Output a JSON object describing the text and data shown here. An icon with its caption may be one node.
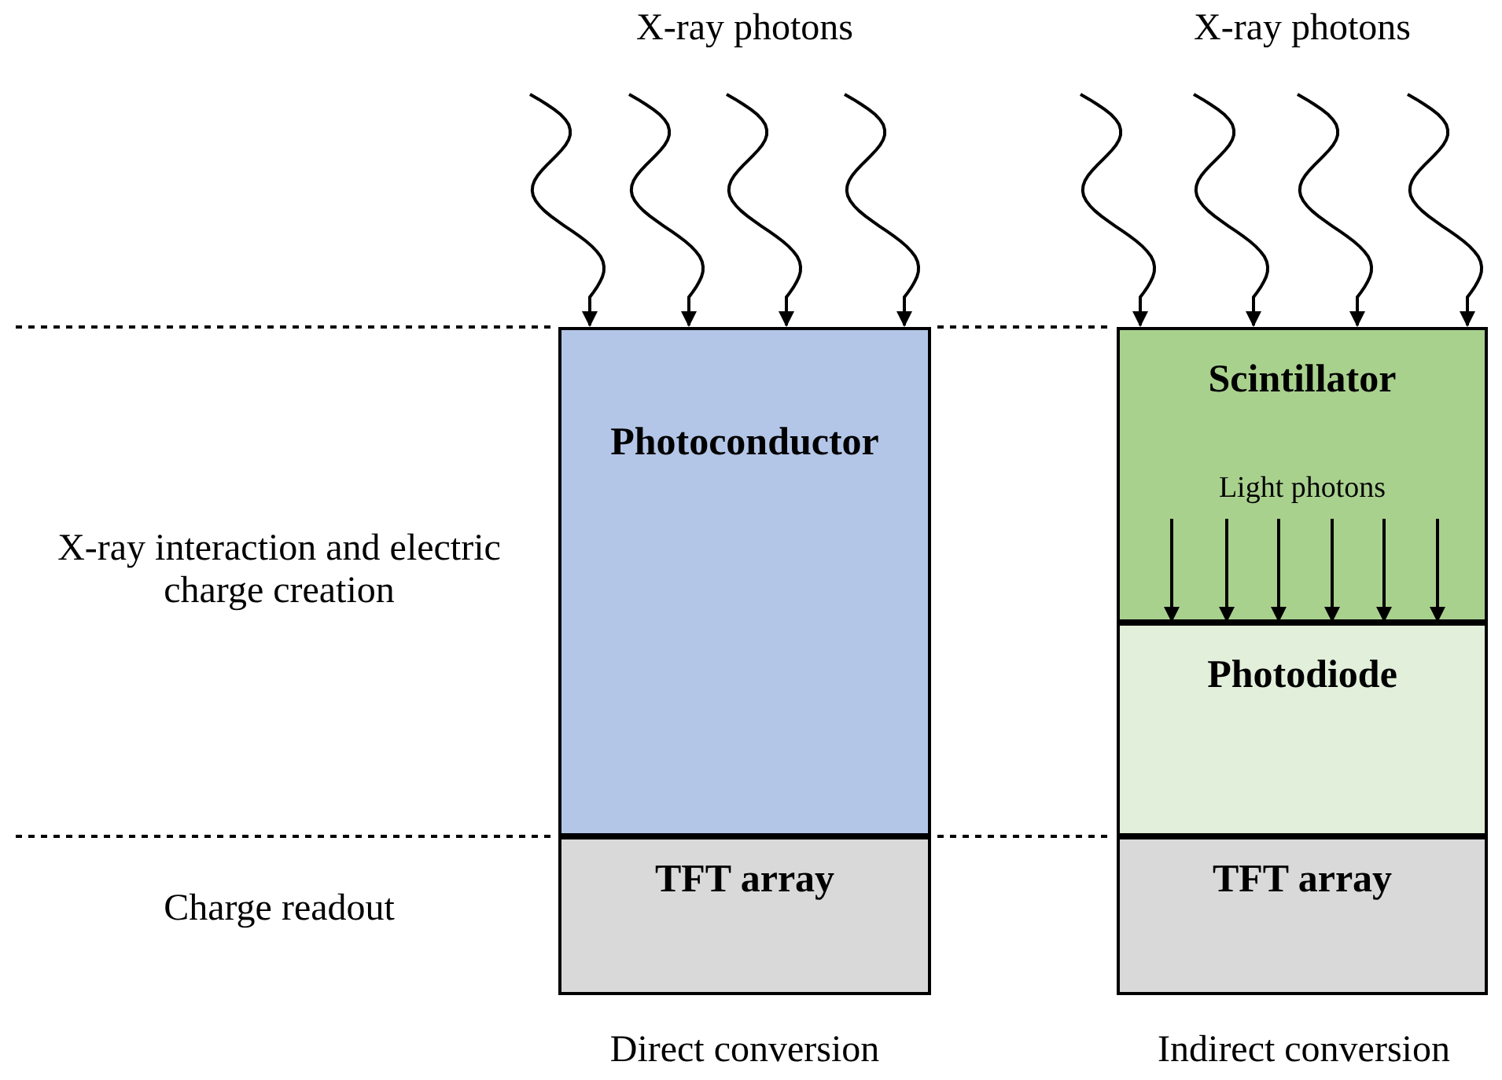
{
  "diagram": {
    "nodes": [
      {
        "text": [
          "Photoconductor"
        ]
      },
      {
        "text": [
          "TFT array"
        ]
      },
      {
        "text": [
          "Scintillator",
          "Light photons"
        ]
      },
      {
        "text": [
          "Photodiode"
        ]
      },
      {
        "text": [
          "TFT array"
        ]
      }
    ],
    "edges": [
      {
        "from": null,
        "to": 0,
        "arrow": "to"
      },
      {
        "from": null,
        "to": 0,
        "arrow": "to"
      },
      {
        "from": null,
        "to": 0,
        "arrow": "to"
      },
      {
        "from": null,
        "to": 0,
        "arrow": "to"
      },
      {
        "from": null,
        "to": 2,
        "arrow": "to"
      },
      {
        "from": null,
        "to": 2,
        "arrow": "to"
      },
      {
        "from": null,
        "to": 2,
        "arrow": "to"
      },
      {
        "from": null,
        "to": 2,
        "arrow": "to"
      },
      {
        "from": 2,
        "to": 3,
        "arrow": "to"
      },
      {
        "from": 2,
        "to": 3,
        "arrow": "to"
      },
      {
        "from": 2,
        "to": 3,
        "arrow": "to"
      },
      {
        "from": 2,
        "to": 3,
        "arrow": "to"
      },
      {
        "from": 2,
        "to": 3,
        "arrow": "to"
      },
      {
        "from": 2,
        "to": 3,
        "arrow": "to"
      }
    ],
    "labels": [
      "X-ray photons",
      "X-ray photons",
      "X-ray interaction and electric charge creation",
      "Charge readout",
      "Direct conversion",
      "Indirect conversion"
    ]
  }
}
